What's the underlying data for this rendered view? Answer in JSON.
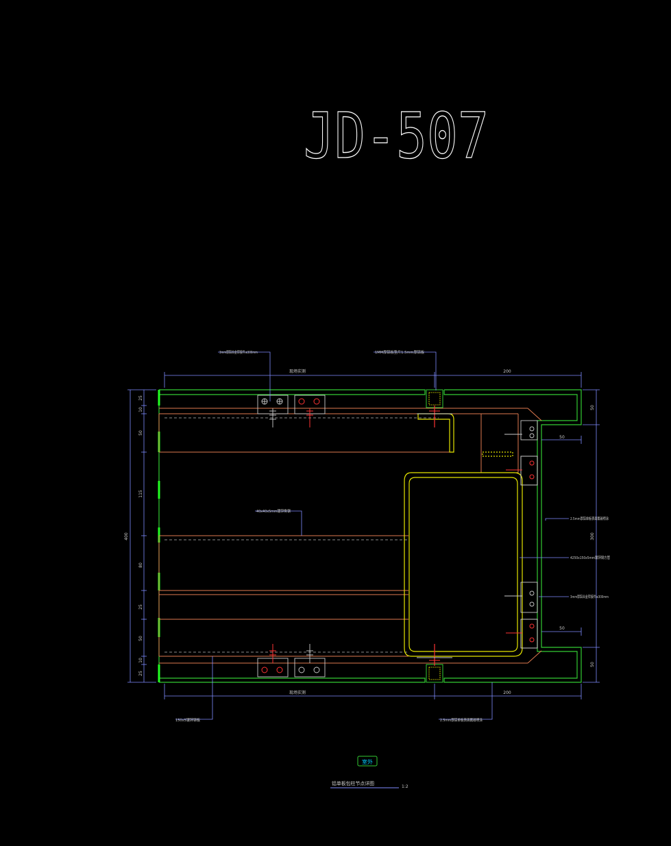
{
  "title": "JD-507",
  "colors": {
    "background": "#000000",
    "title": "#ffffff",
    "dim": "#7f8cff",
    "panel": "#33cc33",
    "frame": "#e07a4f",
    "steel": "#e6e600",
    "fastener": "#ff3333",
    "bolt": "#cccccc",
    "hatch": "#ff9999"
  },
  "annotations": {
    "top_left": "3mm厚铝合金转接件≤300mm",
    "top_right": "1MM厚铝板垫片1.5mm厚铝板",
    "mid_left": "40x40x5mm镀锌角钢",
    "right_upper": "2.5mm厚铝单板表面氟碳喷涂",
    "right_mid": "4250x150x5mm镀锌钢方管",
    "right_lower": "3mm厚铝合金转接件≤300mm",
    "bottom_left": "150x5镀锌钢板",
    "bottom_right": "2.5mm厚铝单板表面氟碳喷涂"
  },
  "dims": {
    "top_left": "现场实测",
    "top_right": "200",
    "bottom_left": "现场实测",
    "bottom_right": "200",
    "left_total": "400",
    "left_1": "25",
    "left_2": "10",
    "left_3": "50",
    "left_4": "115",
    "left_5": "80",
    "left_6": "25",
    "left_7": "50",
    "left_8": "10",
    "left_9": "25",
    "right_top": "50",
    "right_mid": "300",
    "right_bottom": "50",
    "step_top": "50",
    "step_bottom": "50"
  },
  "legend": {
    "box_label": "室外",
    "caption": "铝单板包柱节点详图",
    "scale": "1:2"
  }
}
